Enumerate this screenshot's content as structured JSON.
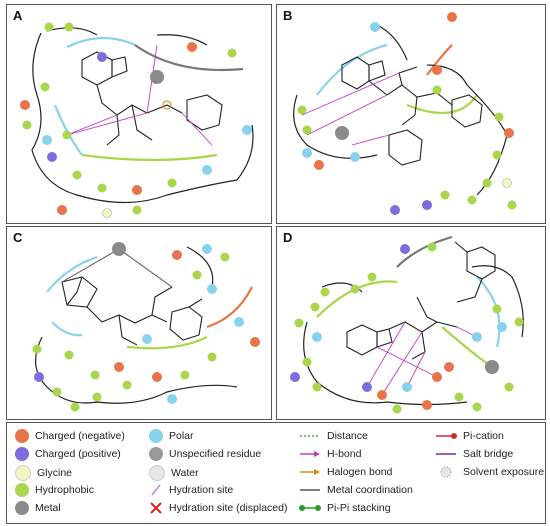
{
  "panels": {
    "a": {
      "label": "A"
    },
    "b": {
      "label": "B"
    },
    "c": {
      "label": "C"
    },
    "d": {
      "label": "D"
    }
  },
  "legend": {
    "col1": [
      {
        "label": "Charged (negative)",
        "color": "#e8744a"
      },
      {
        "label": "Charged (positive)",
        "color": "#7b6ee0"
      },
      {
        "label": "Glycine",
        "color": "#f3f6c0"
      },
      {
        "label": "Hydrophobic",
        "color": "#a9d64b"
      },
      {
        "label": "Metal",
        "color": "#8a8a8a"
      }
    ],
    "col2": [
      {
        "label": "Polar",
        "color": "#86d2ef"
      },
      {
        "label": "Unspecified residue",
        "color": "#999999"
      },
      {
        "label": "Water",
        "color": "#e0e0e0"
      },
      {
        "label": "Hydration site",
        "color": "#d27cd2"
      },
      {
        "label": "Hydration site (displaced)",
        "color": "#e02020"
      }
    ],
    "col3": [
      {
        "label": "Distance",
        "color": "#3cb43c"
      },
      {
        "label": "H-bond",
        "color": "#c23cc2"
      },
      {
        "label": "Halogen bond",
        "color": "#d08a1a"
      },
      {
        "label": "Metal coordination",
        "color": "#555555"
      },
      {
        "label": "Pi-Pi stacking",
        "color": "#2a9a2a"
      }
    ],
    "col4": [
      {
        "label": "Pi-cation",
        "color": "#d42a2a"
      },
      {
        "label": "Salt bridge",
        "color": "#7a2a9a"
      },
      {
        "label": "Solvent exposure",
        "color": "#bbbbbb"
      }
    ]
  }
}
